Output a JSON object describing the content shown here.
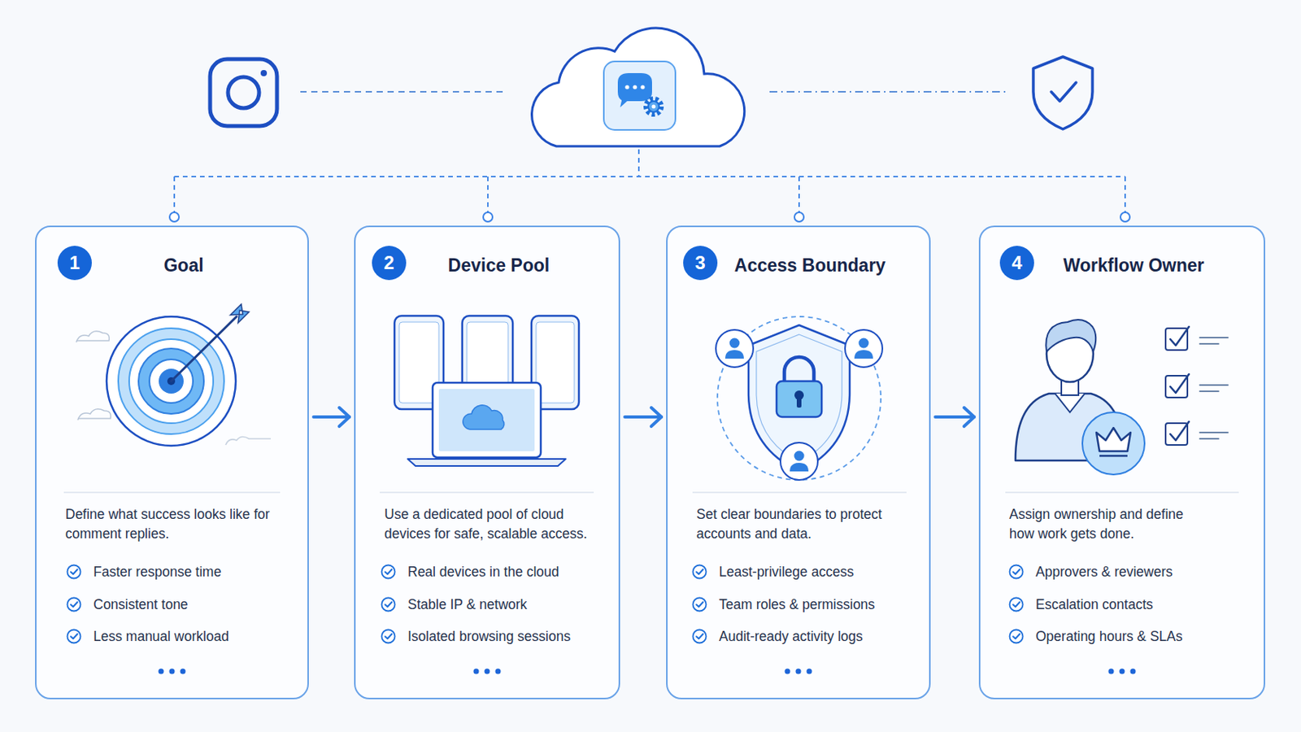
{
  "diagram": {
    "nodes": [
      {
        "text": [
          "Goal",
          "Define what success looks like for comment replies.",
          "Faster response time",
          "Consistent tone",
          "Less manual workload"
        ]
      },
      {
        "text": [
          "1"
        ],
        "in": 0
      },
      {
        "text": [
          "Device Pool",
          "Use a dedicated pool of cloud devices for safe, scalable access.",
          "Real devices in the cloud",
          "Stable IP & network",
          "Isolated browsing sessions"
        ]
      },
      {
        "text": [
          "2"
        ],
        "in": 2
      },
      {
        "text": [
          "Access Boundary",
          "Set clear boundaries to protect accounts and data.",
          "Least-privilege access",
          "Team roles & permissions",
          "Audit-ready activity logs"
        ]
      },
      {
        "text": [
          "3"
        ],
        "in": 4
      },
      {
        "text": [
          "Workflow Owner",
          "Assign ownership and define how work gets done.",
          "Approvers & reviewers",
          "Escalation contacts",
          "Operating hours & SLAs"
        ]
      },
      {
        "text": [
          "4"
        ],
        "in": 6
      }
    ],
    "edges": [
      {
        "from": 0,
        "to": 2,
        "arrow": "to"
      },
      {
        "from": 2,
        "to": 4,
        "arrow": "to"
      },
      {
        "from": 4,
        "to": 6,
        "arrow": "to"
      }
    ]
  }
}
